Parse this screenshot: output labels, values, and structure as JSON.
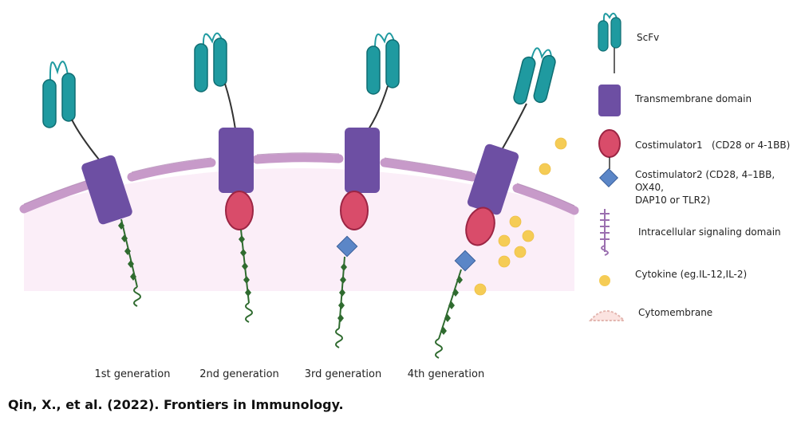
{
  "generations": [
    {
      "label": "1st generation"
    },
    {
      "label": "2nd generation"
    },
    {
      "label": "3rd generation"
    },
    {
      "label": "4th generation"
    }
  ],
  "legend": {
    "scfv": "ScFv",
    "transmembrane": "Transmembrane domain",
    "costim1": "Costimulator1   (CD28 or 4-1BB)",
    "costim2_line1": "Costimulator2 (CD28, 4–1BB, OX40,",
    "costim2_line2": "DAP10 or TLR2)",
    "signaling": "Intracellular signaling domain",
    "cytokine": "Cytokine (eg.IL-12,IL-2)",
    "cytomembrane": "Cytomembrane"
  },
  "citation": "Qin, X., et al. (2022). Frontiers in Immunology.",
  "colors": {
    "scfv": "#1f9aa0",
    "transmembrane": "#6d4fa3",
    "costim1": "#d94c6a",
    "costim2": "#5b86c7",
    "signaling": "#2f6b2f",
    "cytokine": "#f5cc55",
    "membrane": "#c79ac9",
    "cytoplasm": "#fbeef8"
  }
}
